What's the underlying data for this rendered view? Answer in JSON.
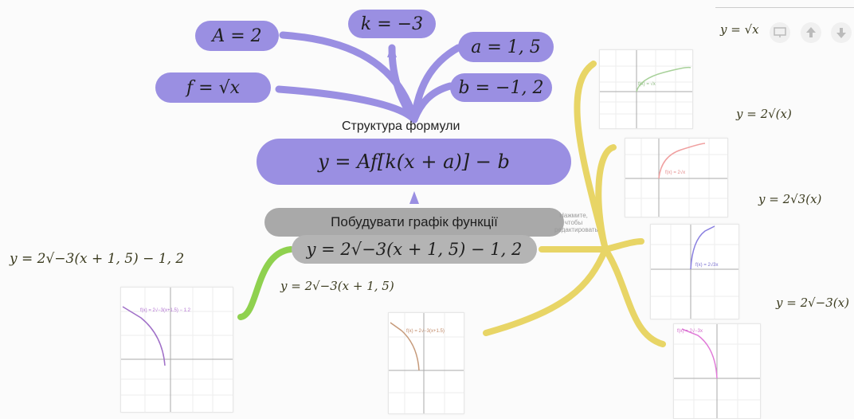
{
  "params": {
    "A": "A = 2",
    "k": "k = −3",
    "a": "a = 1, 5",
    "f": "f = √x",
    "b": "b = −1, 2"
  },
  "structure": {
    "title": "Структура формули",
    "formula": "y = Af[k(x + a)] − b"
  },
  "build": {
    "title": "Побудувати графік функції",
    "formula": "y = 2√−3(x + 1, 5) − 1, 2",
    "hint": "Нажмите, чтобы редактировать"
  },
  "labels": {
    "left_main": "y = 2√−3(x + 1, 5) − 1, 2",
    "left_mid": "y = 2√−3(x + 1, 5)",
    "right_top": "y = √x",
    "right_1": "y = 2√(x)",
    "right_2": "y = 2√3(x)",
    "right_3": "y = 2√−3(x)"
  },
  "thumbs": {
    "t1": "f(x) = √x",
    "t2": "f(x) = 2√x",
    "t3": "f(x) = 2√3x",
    "t4": "f(x) = 2√−3x",
    "t5": "f(x) = 2√−3(x+1.5)",
    "t6": "f(x) = 2√−3(x+1.5) − 1.2"
  },
  "toolbar": {
    "present_icon": "presentation-icon",
    "upload_icon": "upload-icon",
    "download_icon": "download-icon"
  },
  "colors": {
    "purple": "#9a8fe2",
    "yellow": "#e8d566",
    "green": "#8fd14f",
    "gray": "#a9a9a9"
  }
}
